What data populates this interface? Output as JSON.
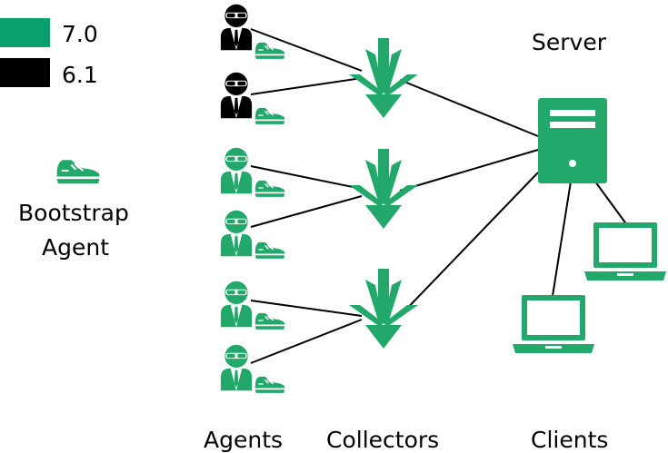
{
  "legend": {
    "items": [
      {
        "label": "7.0",
        "color": "#0aa06e"
      },
      {
        "label": "6.1",
        "color": "#000000"
      }
    ],
    "bootstrap": {
      "icon": "shoe-icon",
      "line1": "Bootstrap",
      "line2": "Agent"
    }
  },
  "labels": {
    "server": "Server",
    "agents": "Agents",
    "collectors": "Collectors",
    "clients": "Clients"
  },
  "colors": {
    "green": "#22a86a",
    "black": "#000000",
    "line": "#000000"
  },
  "icons": {
    "agent": "secret-agent-icon",
    "shoe": "shoe-icon",
    "collector": "collector-arrows-icon",
    "server": "server-tower-icon",
    "client": "laptop-icon"
  },
  "agents": [
    {
      "version": "6.1"
    },
    {
      "version": "6.1"
    },
    {
      "version": "7.0"
    },
    {
      "version": "7.0"
    },
    {
      "version": "7.0"
    },
    {
      "version": "7.0"
    }
  ],
  "collectors": 3,
  "clients": 2
}
